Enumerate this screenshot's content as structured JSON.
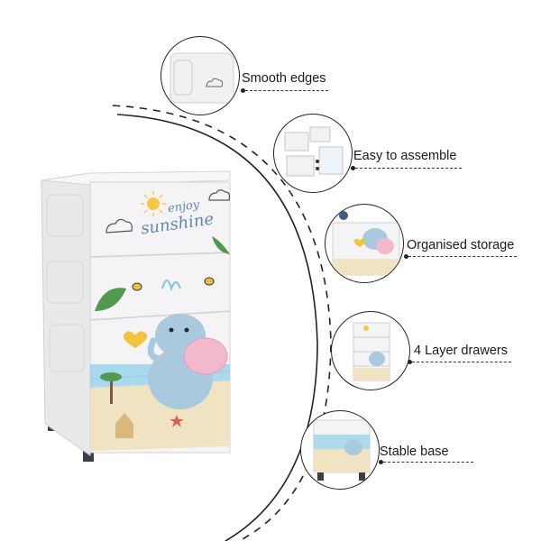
{
  "features": [
    {
      "label": "Smooth edges"
    },
    {
      "label": "Easy to assemble"
    },
    {
      "label": "Organised storage"
    },
    {
      "label": "4 Layer drawers"
    },
    {
      "label": "Stable base"
    }
  ],
  "cabinet": {
    "print_line1": "enjoy",
    "print_line2": "sunshine"
  },
  "colors": {
    "cabinet_body": "#f2f2f4",
    "elephant": "#a9c9de",
    "ear_pink": "#f2b8cc",
    "sea": "#8fd0e8",
    "sand": "#efe3c2",
    "leaf": "#4f9a4e",
    "outline": "#222222"
  }
}
